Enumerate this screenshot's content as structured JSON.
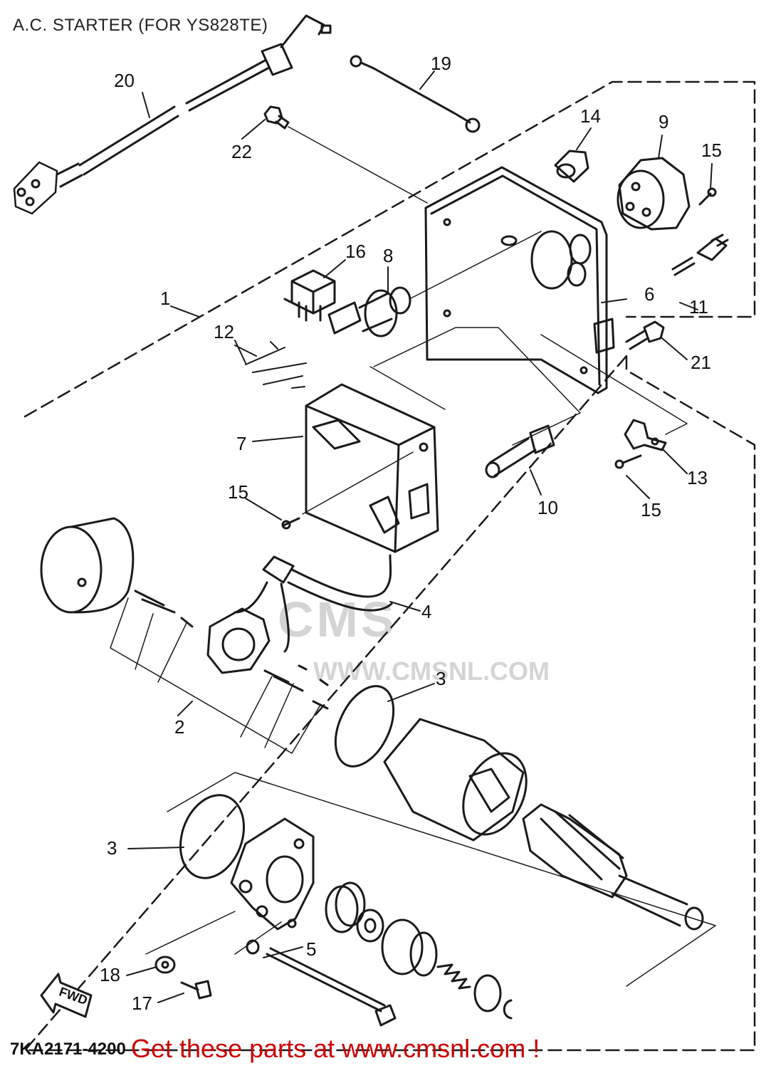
{
  "title": "A.C. STARTER (FOR YS828TE)",
  "diagram_code": "7KA2171-4200",
  "promo_text": "Get these parts at www.cmsnl.com !",
  "watermark": {
    "brand": "CMS",
    "site": "WWW.CMSNL.COM"
  },
  "fwd_label": "FWD",
  "callouts": {
    "c1": "1",
    "c2": "2",
    "c3a": "3",
    "c3b": "3",
    "c4": "4",
    "c5": "5",
    "c6": "6",
    "c7": "7",
    "c8": "8",
    "c9": "9",
    "c10": "10",
    "c11": "11",
    "c12": "12",
    "c13": "13",
    "c14": "14",
    "c15a": "15",
    "c15b": "15",
    "c15c": "15",
    "c16": "16",
    "c17": "17",
    "c18": "18",
    "c19": "19",
    "c20": "20",
    "c21": "21",
    "c22": "22"
  },
  "colors": {
    "line": "#1a1a1a",
    "promo": "#cc0000",
    "watermark": "#d4d4d4"
  }
}
